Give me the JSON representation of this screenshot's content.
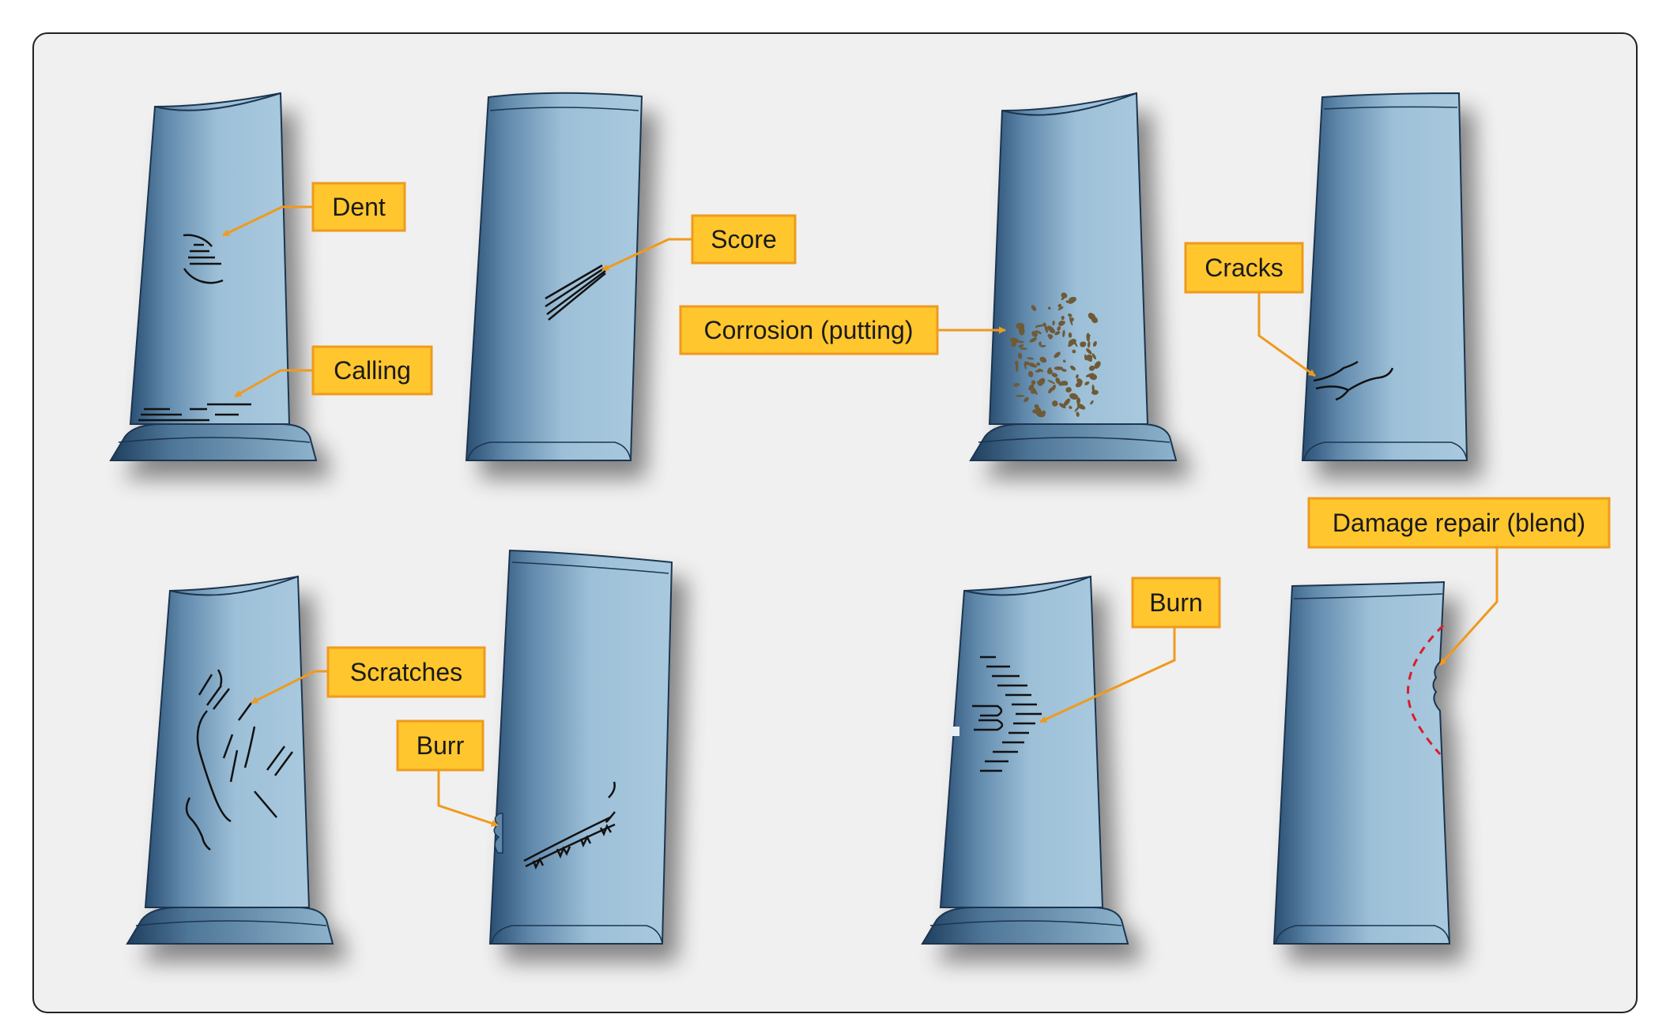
{
  "labels": {
    "dent": "Dent",
    "calling": "Calling",
    "score": "Score",
    "corrosion": "Corrosion (putting)",
    "cracks": "Cracks",
    "scratches": "Scratches",
    "burr": "Burr",
    "burn": "Burn",
    "damage_repair": "Damage repair (blend)"
  },
  "colors": {
    "panel_background": "#f0f0f0",
    "blade_light": "#9dc0d8",
    "blade_dark": "#2a4f73",
    "label_fill": "#ffc62e",
    "label_border": "#ef9a1e",
    "leader": "#ef9a1e",
    "defect_mark": "#111111",
    "corrosion": "#6e5a36",
    "blend_line": "#d81e2c"
  }
}
